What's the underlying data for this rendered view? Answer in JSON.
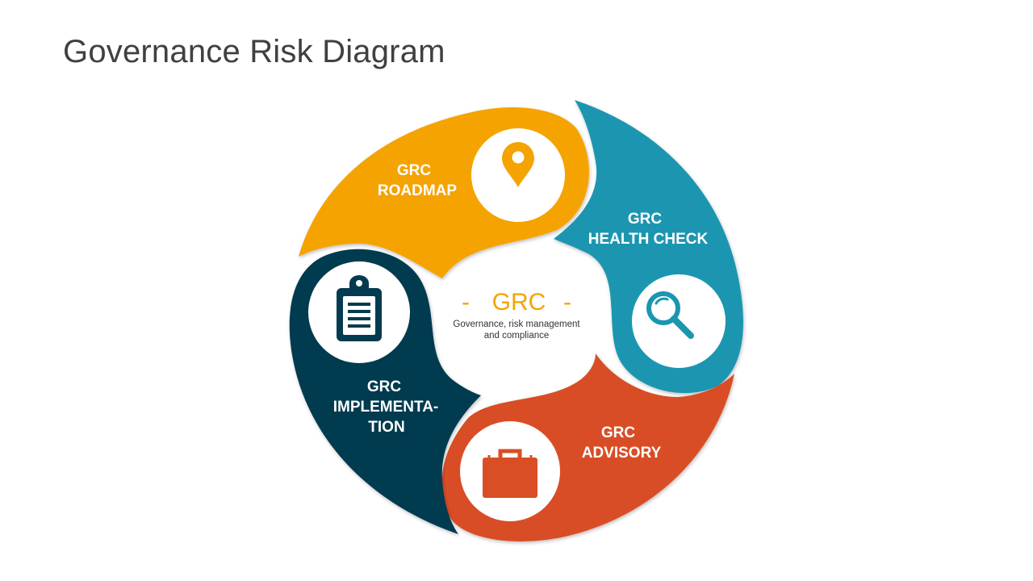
{
  "title": "Governance Risk Diagram",
  "center": {
    "dash_left": "-",
    "title": "GRC",
    "dash_right": "-",
    "subtitle_line1": "Governance, risk management",
    "subtitle_line2": "and compliance"
  },
  "segments": [
    {
      "id": "roadmap",
      "line1": "GRC",
      "line2": "ROADMAP",
      "color": "#F5A300",
      "icon": "map-pin-icon"
    },
    {
      "id": "health-check",
      "line1": "GRC",
      "line2": "HEALTH CHECK",
      "color": "#1A96B0",
      "icon": "magnifier-icon"
    },
    {
      "id": "advisory",
      "line1": "GRC",
      "line2": "ADVISORY",
      "color": "#D94E25",
      "icon": "briefcase-icon"
    },
    {
      "id": "implementation",
      "line1": "GRC",
      "line2": "IMPLEMENTA-",
      "line3": "TION",
      "color": "#053B50",
      "icon": "clipboard-icon"
    }
  ]
}
